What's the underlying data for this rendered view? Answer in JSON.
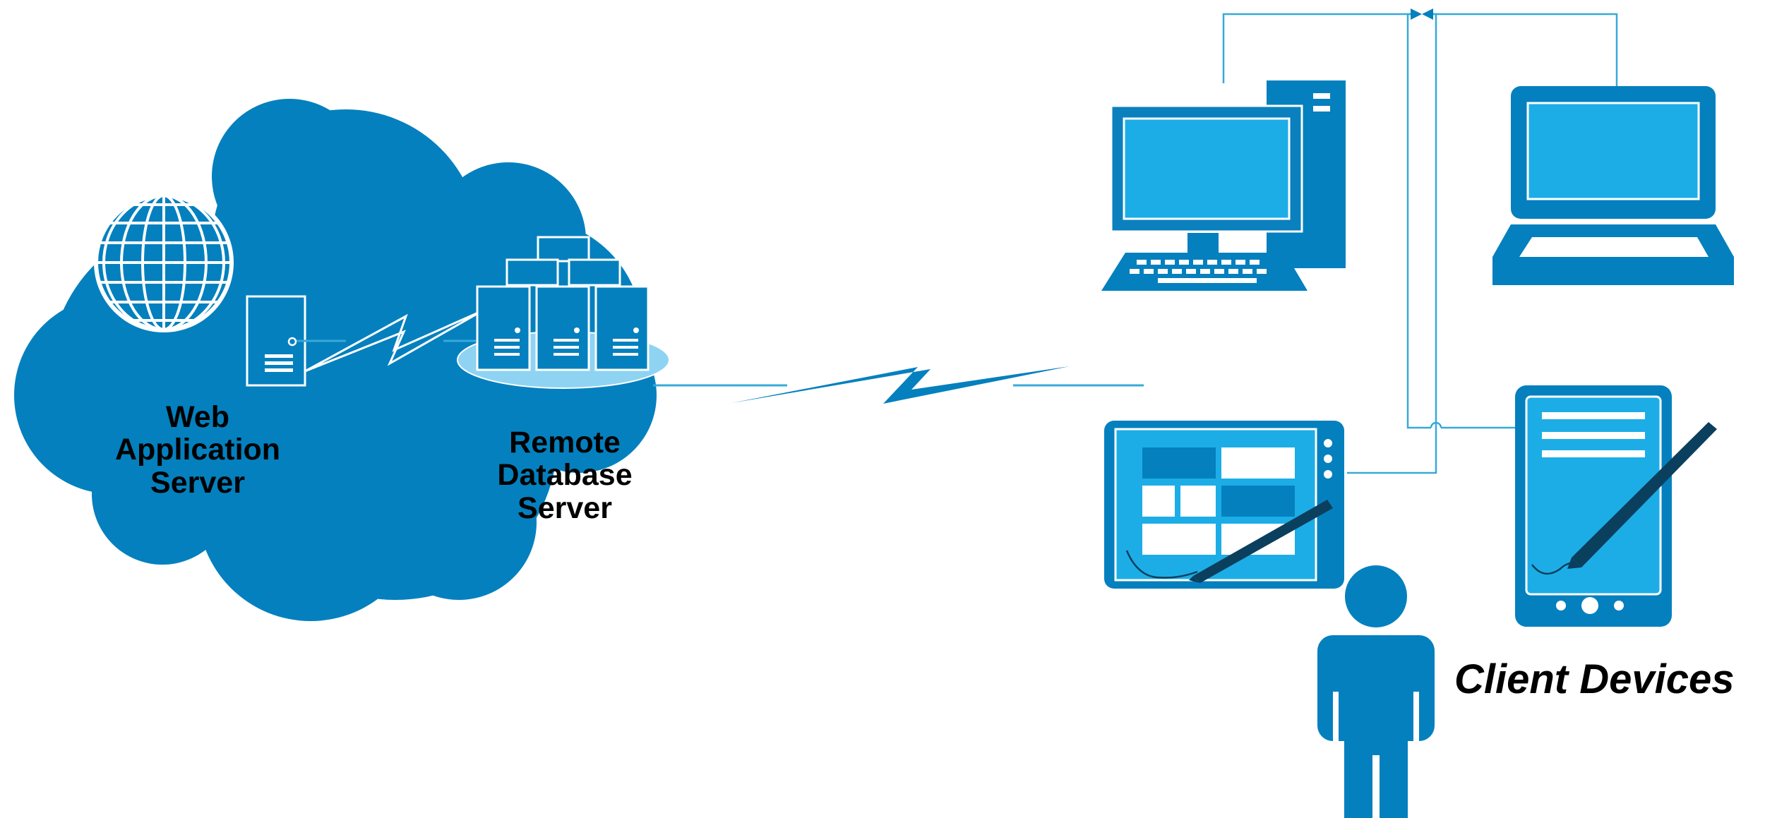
{
  "labels": {
    "web_server": [
      "Web",
      "Application",
      "Server"
    ],
    "database_server": [
      "Remote",
      "Database",
      "Server"
    ],
    "client_devices": "Client Devices"
  },
  "colors": {
    "cloud": "#0480BE",
    "device_dark": "#0A80BE",
    "screen": "#1DADE6",
    "line": "#38A9D8",
    "disk": "#8FD3F3",
    "pen": "#0B3F5E"
  },
  "icons": {
    "globe": "globe-icon",
    "web_server": "server-icon",
    "database": "server-rack-icon",
    "desktop": "desktop-computer-icon",
    "laptop": "laptop-icon",
    "tablet": "tablet-icon",
    "smartphone": "smartphone-icon",
    "user": "person-icon",
    "link": "lightning-link-icon"
  }
}
